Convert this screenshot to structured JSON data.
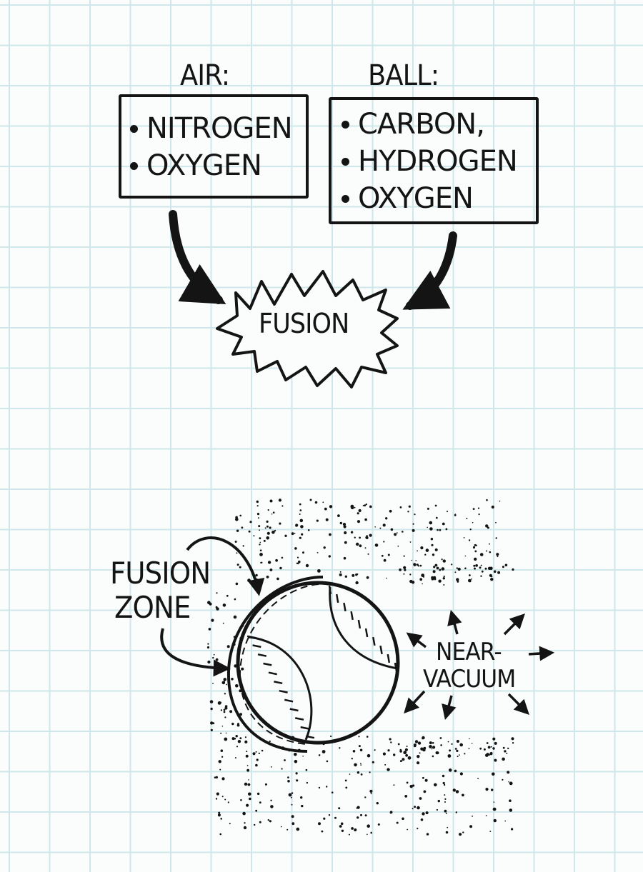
{
  "air": {
    "title": "AIR:",
    "items": [
      "NITROGEN",
      "OXYGEN"
    ]
  },
  "ball": {
    "title": "BALL:",
    "items": [
      "CARBON,",
      "HYDROGEN",
      "OXYGEN"
    ]
  },
  "burst": {
    "label": "FUSION"
  },
  "labels": {
    "fusion_zone_line1": "FUSION",
    "fusion_zone_line2": "ZONE",
    "near_vacuum_line1": "NEAR-",
    "near_vacuum_line2": "VACUUM"
  },
  "colors": {
    "ink": "#141414",
    "grid": "#cfe6ea",
    "paper": "#fbfdfd"
  }
}
